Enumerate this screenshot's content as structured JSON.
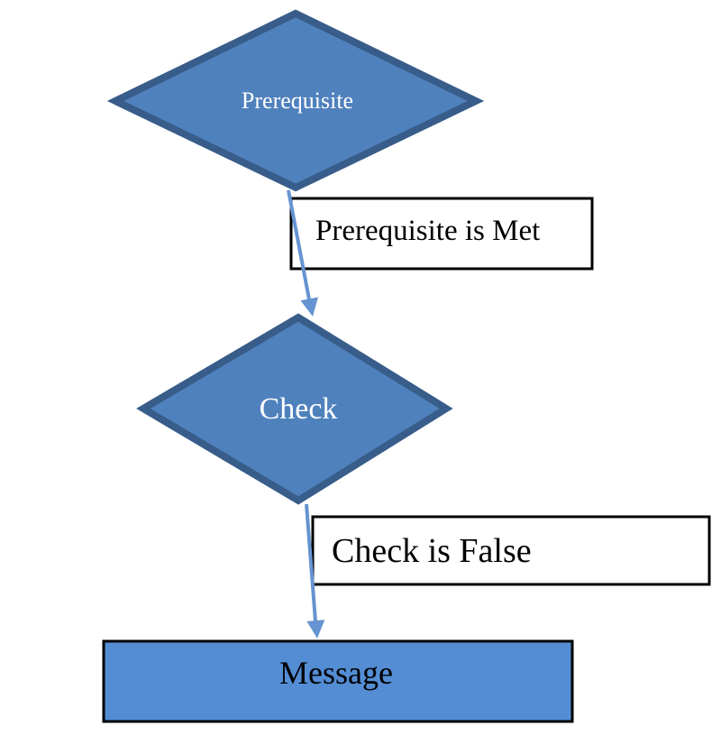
{
  "diagram": {
    "type": "flowchart",
    "nodes": [
      {
        "id": "prerequisite",
        "shape": "diamond",
        "label": "Prerequisite"
      },
      {
        "id": "check",
        "shape": "diamond",
        "label": "Check"
      },
      {
        "id": "message",
        "shape": "rectangle",
        "label": "Message"
      }
    ],
    "edges": [
      {
        "from": "prerequisite",
        "to": "check",
        "label": "Prerequisite is Met"
      },
      {
        "from": "check",
        "to": "message",
        "label": "Check is False"
      }
    ]
  },
  "labels": {
    "prerequisite": "Prerequisite",
    "check": "Check",
    "message": "Message",
    "edge1": "Prerequisite is Met",
    "edge2": "Check is False"
  },
  "colors": {
    "diamond_fill": "#4f81bd",
    "diamond_stroke": "#385d8a",
    "message_fill": "#548dd4",
    "arrow_stroke": "#6693d1",
    "label_box_fill": "#ffffff",
    "label_box_stroke": "#000000",
    "diamond_text": "#ffffff",
    "label_text": "#000000"
  }
}
